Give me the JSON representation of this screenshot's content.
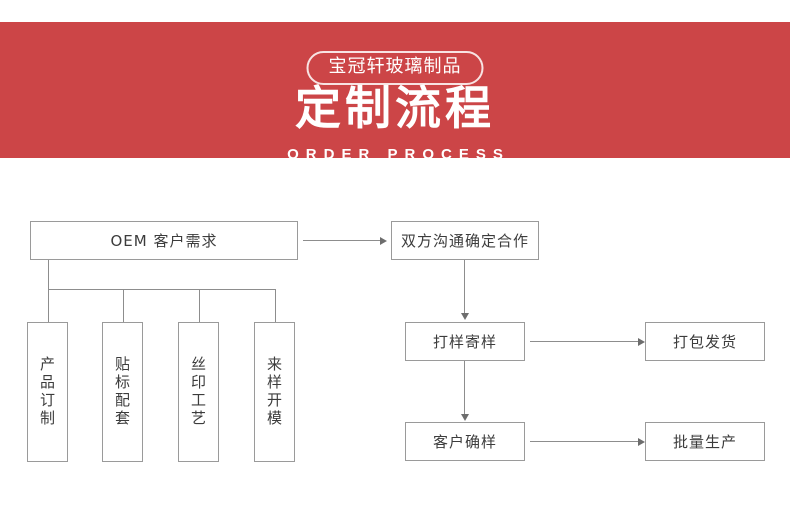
{
  "header": {
    "badge": "宝冠轩玻璃制品",
    "title": "定制流程",
    "subtitle": "ORDER PROCESS",
    "background_color": "#CC4547",
    "text_color": "#FFFFFF"
  },
  "flow": {
    "border_color": "#9A9A9A",
    "line_color": "#8D8D8D",
    "text_color": "#3C3C3C",
    "nodes": {
      "oem_request": "OEM 客户需求",
      "mutual_agreement": "双方沟通确定合作",
      "sampling": "打样寄样",
      "packing_shipping": "打包发货",
      "customer_confirm": "客户确样",
      "mass_production": "批量生产"
    },
    "branches": [
      {
        "label": "产品订制"
      },
      {
        "label": "贴标配套"
      },
      {
        "label": "丝印工艺"
      },
      {
        "label": "来样开模"
      }
    ]
  }
}
